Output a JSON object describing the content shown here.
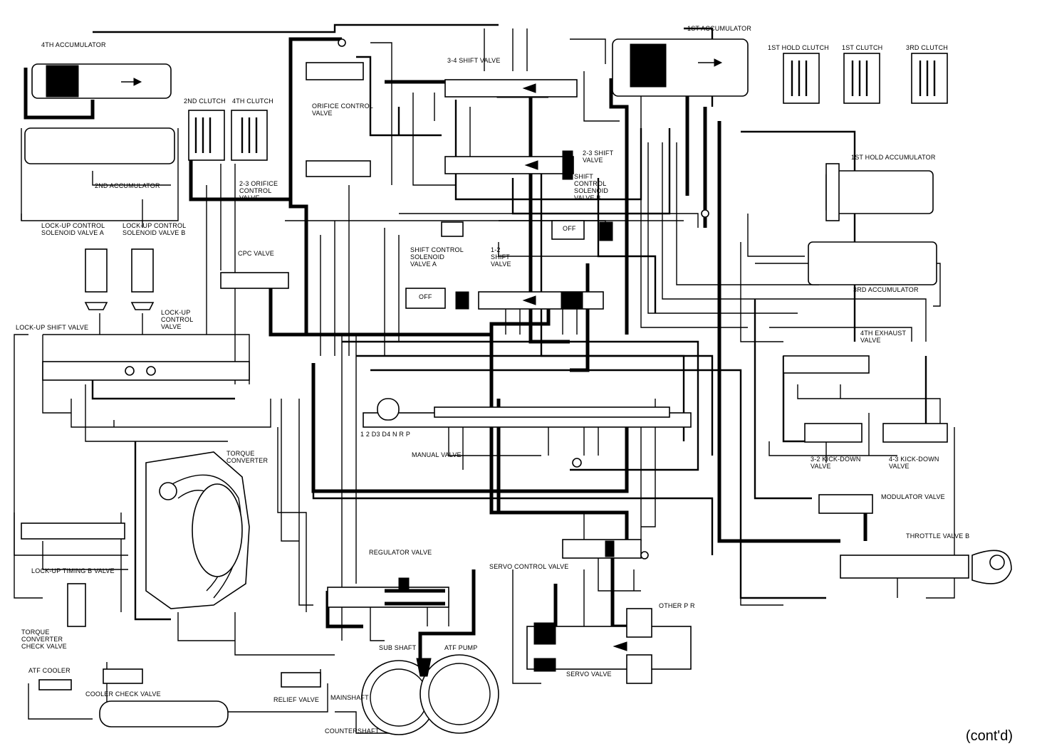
{
  "labels": {
    "accum_4th": "4TH ACCUMULATOR",
    "orifice_control": "ORIFICE CONTROL\nVALVE",
    "shift_34": "3-4 SHIFT VALVE",
    "accum_1st": "1ST ACCUMULATOR",
    "hold_clutch_1st": "1ST HOLD CLUTCH",
    "clutch_1st": "1ST CLUTCH",
    "clutch_3rd": "3RD CLUTCH",
    "clutch_2nd": "2ND CLUTCH",
    "clutch_4th": "4TH CLUTCH",
    "accum_2nd": "2ND ACCUMULATOR",
    "orifice_23": "2-3 ORIFICE\nCONTROL\nVALVE",
    "shift_23": "2-3 SHIFT\nVALVE",
    "solenoid_b": "SHIFT\nCONTROL\nSOLENOID\nVALVE B",
    "hold_accum_1st": "1ST HOLD ACCUMULATOR",
    "lockup_sol_a": "LOCK-UP CONTROL\nSOLENOID VALVE A",
    "lockup_sol_b": "LOCK-UP CONTROL\nSOLENOID VALVE B",
    "cpc_valve": "CPC VALVE",
    "solenoid_a": "SHIFT CONTROL\nSOLENOID\nVALVE A",
    "shift_12": "1-2\nSHIFT\nVALVE",
    "accum_3rd": "3RD ACCUMULATOR",
    "lockup_shift": "LOCK-UP SHIFT VALVE",
    "lockup_control": "LOCK-UP\nCONTROL\nVALVE",
    "exhaust_4th": "4TH EXHAUST\nVALVE",
    "torque_converter": "TORQUE\nCONVERTER",
    "manual_valve": "MANUAL VALVE",
    "kickdown_32": "3-2 KICK-DOWN\nVALVE",
    "kickdown_43": "4-3 KICK-DOWN\nVALVE",
    "modulator": "MODULATOR VALVE",
    "throttle_b": "THROTTLE VALVE B",
    "lockup_timing": "LOCK-UP TIMING B VALVE",
    "regulator": "REGULATOR VALVE",
    "servo_control": "SERVO CONTROL VALVE",
    "tc_check": "TORQUE\nCONVERTER\nCHECK VALVE",
    "sub_shaft": "SUB SHAFT",
    "atf_pump": "ATF PUMP",
    "atf_cooler": "ATF COOLER",
    "cooler_check": "COOLER CHECK VALVE",
    "relief": "RELIEF VALVE",
    "mainshaft": "MAINSHAFT",
    "countershaft": "COUNTERSHAFT",
    "servo_valve": "SERVO VALVE",
    "other_pr": "OTHER P R",
    "off_b": "OFF",
    "off_a": "OFF",
    "gear_positions": "1 2 D3 D4 N R P",
    "contd": "(cont'd)"
  }
}
